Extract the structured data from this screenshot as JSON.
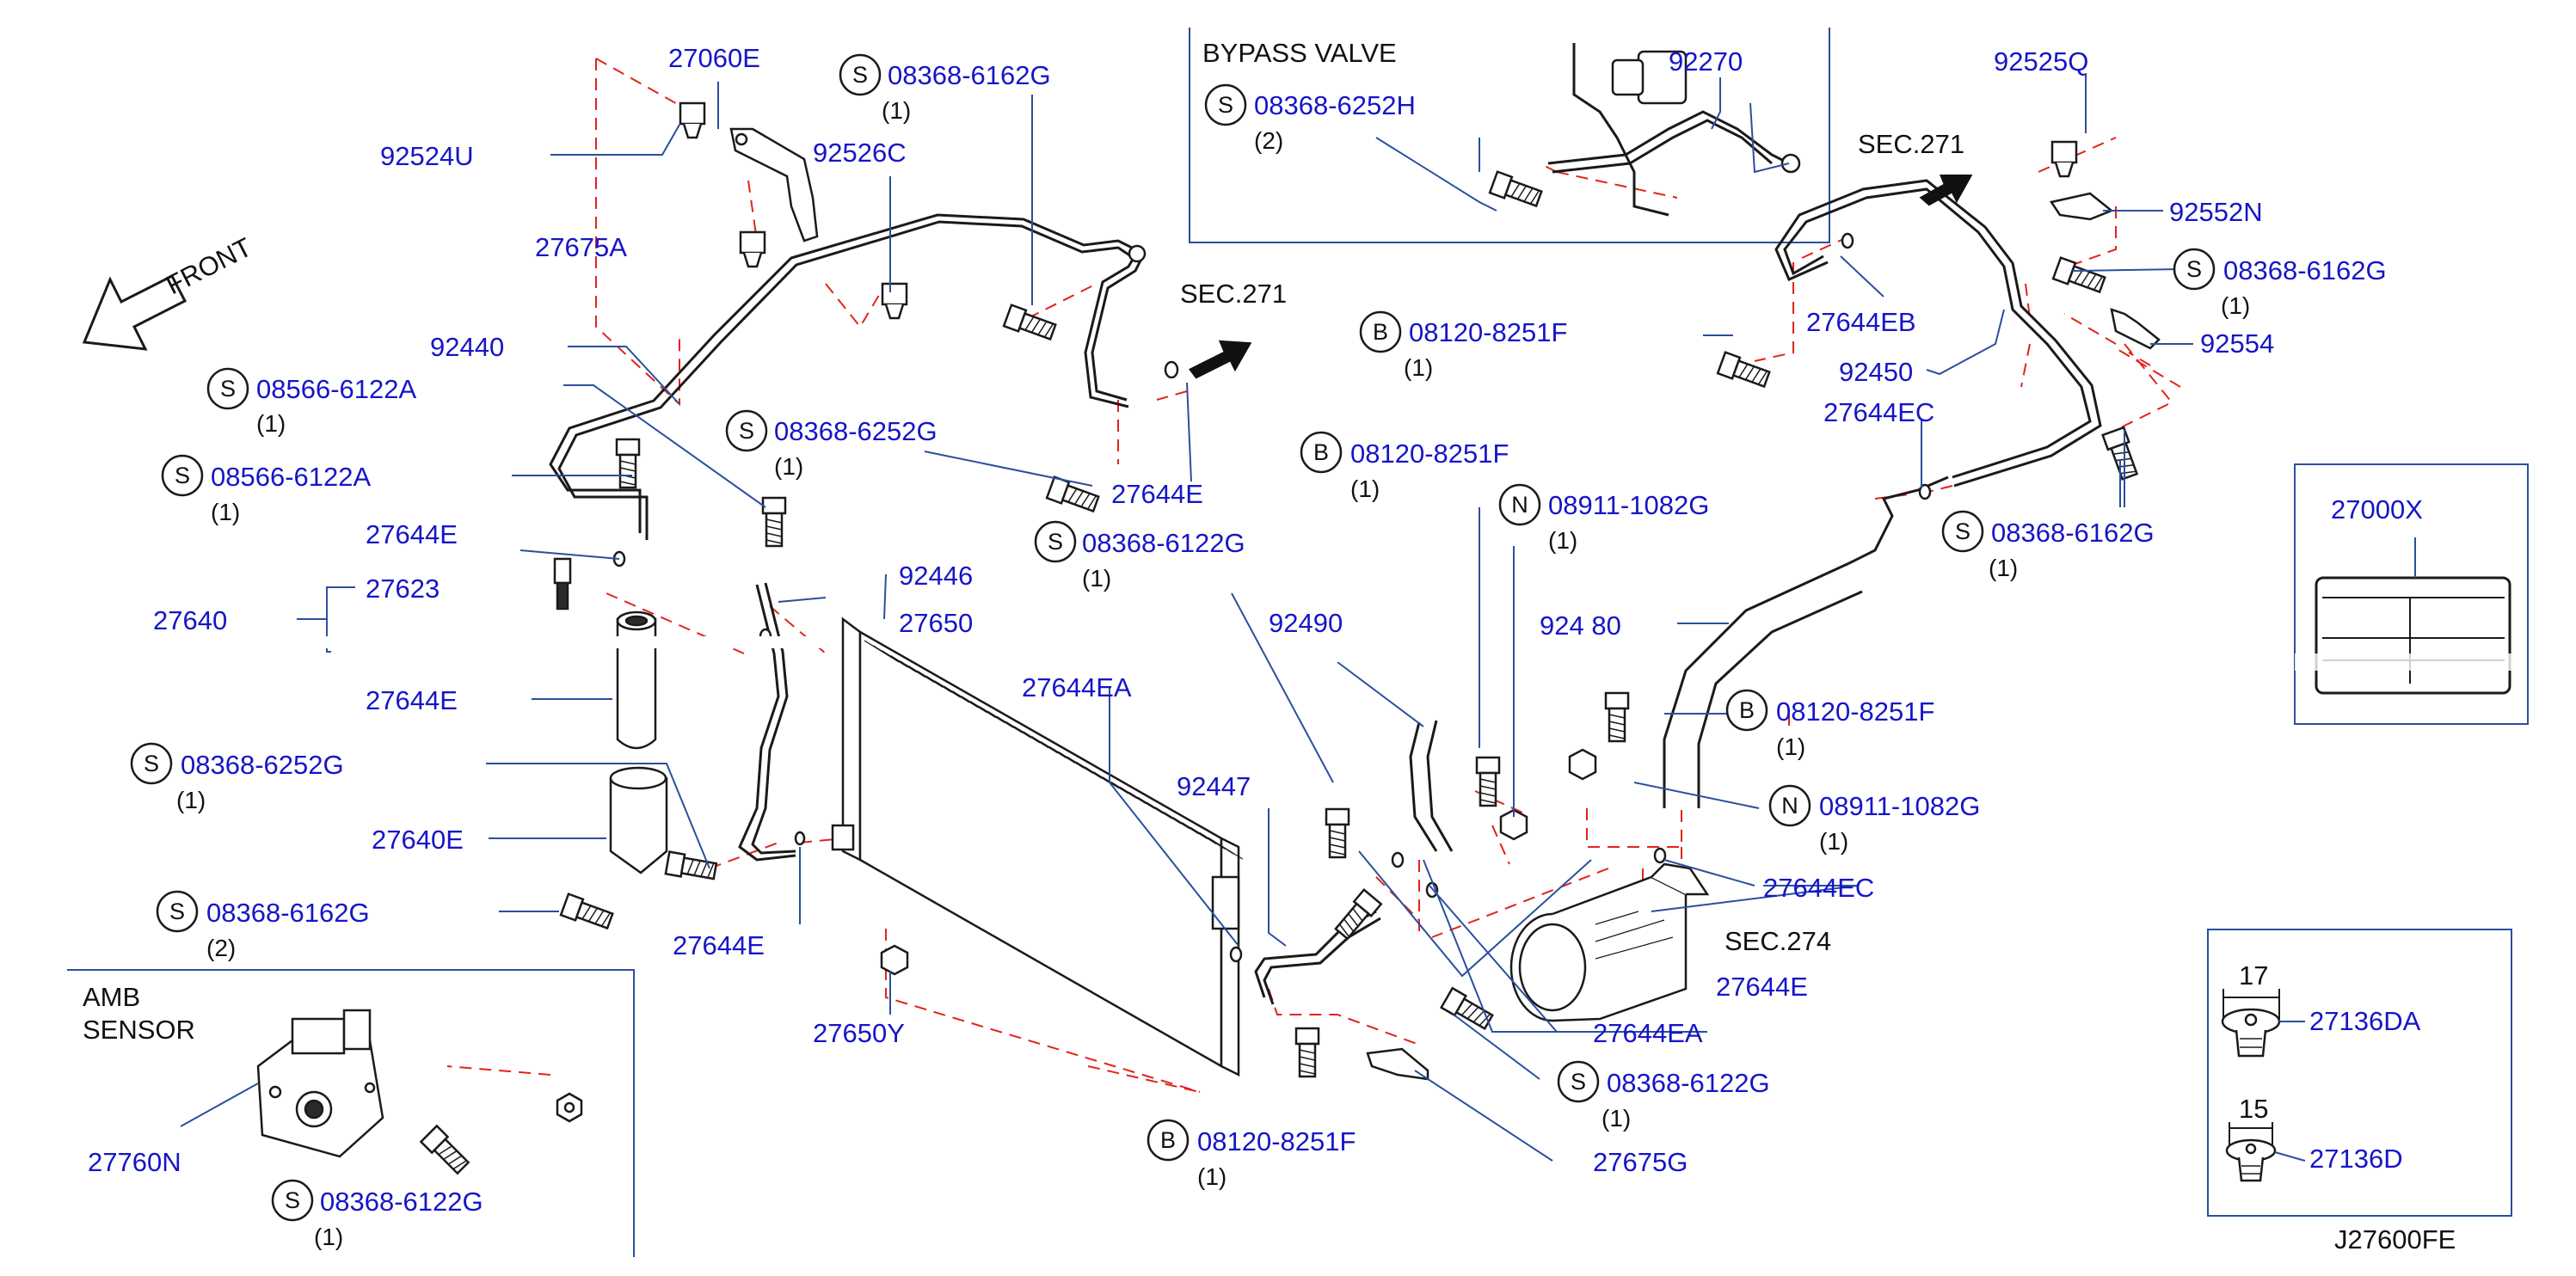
{
  "diagram": {
    "code": "J27600FE",
    "front": "FRONT",
    "bypass_title": "BYPASS   VALVE",
    "amb_line1": "AMB",
    "amb_line2": "SENSOR",
    "sec_271_a": "SEC.271",
    "sec_271_b": "SEC.271",
    "sec_274": "SEC.274",
    "dim_17": "17",
    "dim_15": "15",
    "symbols": {
      "s": "S",
      "b": "B",
      "n": "N"
    },
    "parts": {
      "p27060E": "27060E",
      "p92524U": "92524U",
      "p92526C": "92526C",
      "p27675A": "27675A",
      "p92440": "92440",
      "p27644E_1": "27644E",
      "p27623": "27623",
      "p27640_partial": "27640",
      "p27644E_2": "27644E",
      "p27640E": "27640E",
      "p27644E_3": "27644E",
      "p92446": "92446",
      "p27650": "27650",
      "p27644EA_partial": "27644EA",
      "p92447": "92447",
      "p27650Y": "27650Y",
      "p27760N": "27760N",
      "p27644E_4": "27644E",
      "p92490": "92490",
      "p92270": "92270",
      "p92525Q": "92525Q",
      "p92552N": "92552N",
      "p27644EB": "27644EB",
      "p92450": "92450",
      "p92554": "92554",
      "p27644EC_1": "27644EC",
      "p92480_partial": "924 80",
      "p27644EC_2": "27644EC",
      "p27644E_5": "27644E",
      "p27644EA_2": "27644EA",
      "p27675G": "27675G",
      "p27000X": "27000X",
      "p27136DA": "27136DA",
      "p27136D": "27136D"
    },
    "fasteners": {
      "f1": {
        "code": "08368-6162G",
        "qty": "(1)"
      },
      "f2": {
        "code": "08566-6122A",
        "qty": "(1)"
      },
      "f3": {
        "code": "08566-6122A",
        "qty": "(1)"
      },
      "f4": {
        "code": "08368-6252G",
        "qty": "(1)"
      },
      "f5": {
        "code": "08368-6252G",
        "qty": "(1)"
      },
      "f6": {
        "code": "08368-6162G",
        "qty": "(2)"
      },
      "f7": {
        "code": "08368-6122G",
        "qty": "(1)"
      },
      "f8": {
        "code": "08368-6122G",
        "qty": "(1)"
      },
      "f9": {
        "code": "08368-6252H",
        "qty": "(2)"
      },
      "f10": {
        "code": "08120-8251F",
        "qty": "(1)"
      },
      "f11": {
        "code": "08120-8251F",
        "qty": "(1)"
      },
      "f12": {
        "code": "08911-1082G",
        "qty": "(1)"
      },
      "f13": {
        "code": "08368-6162G",
        "qty": "(1)"
      },
      "f14": {
        "code": "08368-6162G",
        "qty": "(1)"
      },
      "f15": {
        "code": "08120-8251F",
        "qty": "(1)"
      },
      "f16": {
        "code": "08911-1082G",
        "qty": "(1)"
      },
      "f17": {
        "code": "08368-6122G",
        "qty": "(1)"
      },
      "f18": {
        "code": "08120-8251F",
        "qty": "(1)"
      }
    }
  }
}
